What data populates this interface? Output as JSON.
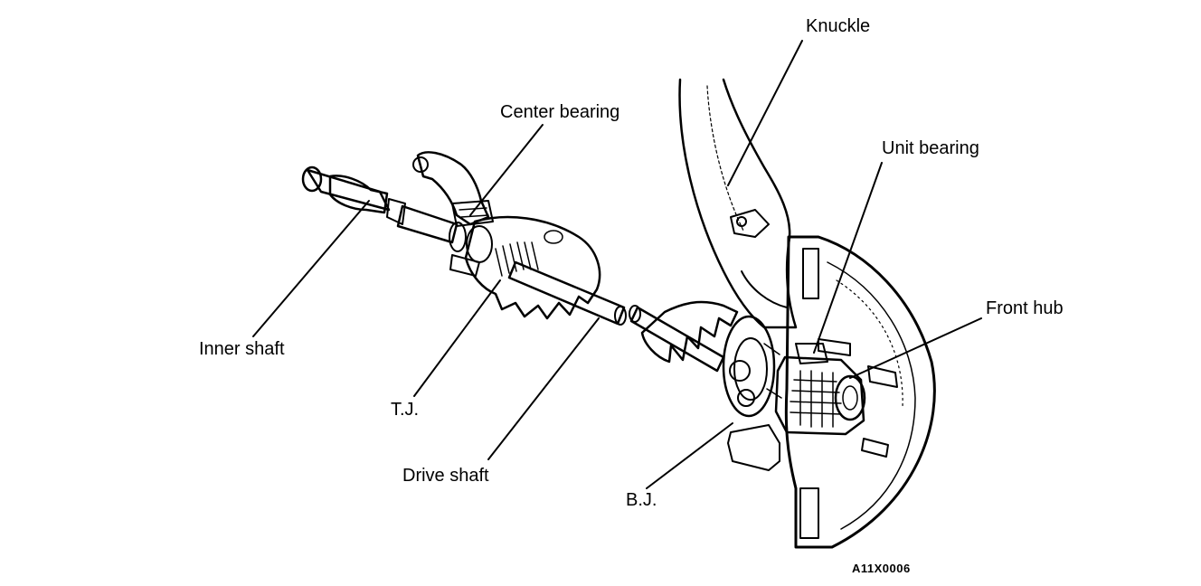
{
  "diagram": {
    "labels": {
      "knuckle": "Knuckle",
      "center_bearing": "Center bearing",
      "unit_bearing": "Unit bearing",
      "front_hub": "Front hub",
      "inner_shaft": "Inner shaft",
      "tj": "T.J.",
      "drive_shaft": "Drive shaft",
      "bj": "B.J."
    },
    "figure_code": "A11X0006"
  }
}
